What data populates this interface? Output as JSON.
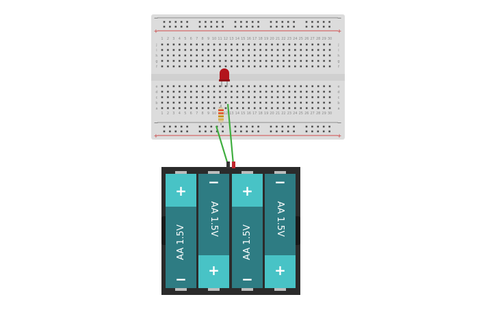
{
  "breadboard": {
    "columns": 30,
    "column_labels": [
      "1",
      "2",
      "3",
      "4",
      "5",
      "6",
      "7",
      "8",
      "9",
      "10",
      "11",
      "12",
      "13",
      "14",
      "15",
      "16",
      "17",
      "18",
      "19",
      "20",
      "21",
      "22",
      "23",
      "24",
      "25",
      "26",
      "27",
      "28",
      "29",
      "30"
    ],
    "rows_top": [
      "j",
      "i",
      "h",
      "g",
      "f"
    ],
    "rows_bottom": [
      "e",
      "d",
      "c",
      "b",
      "a"
    ],
    "rail_minus": "−",
    "rail_plus": "+"
  },
  "components": {
    "led": {
      "color": "#b3141c"
    },
    "resistor": {
      "bands": [
        "#e53a1a",
        "#e53a1a",
        "#c8890f",
        "#d8b03a"
      ]
    }
  },
  "wires": {
    "color": "#3fae3f"
  },
  "battery_pack": {
    "cells": [
      {
        "label": "AA 1.5V",
        "top": "+",
        "bottom": "−"
      },
      {
        "label": "AA 1.5V",
        "top": "−",
        "bottom": "+"
      },
      {
        "label": "AA 1.5V",
        "top": "+",
        "bottom": "−"
      },
      {
        "label": "AA 1.5V",
        "top": "−",
        "bottom": "+"
      }
    ],
    "cell_color": "#2e7c83",
    "terminal_color": "#48c3c6"
  }
}
